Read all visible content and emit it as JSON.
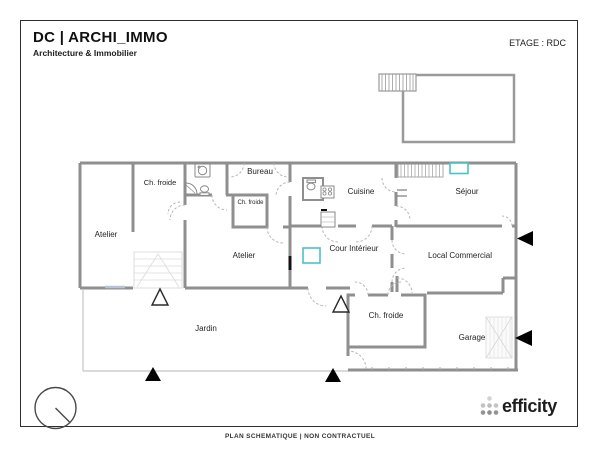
{
  "header": {
    "brand": "DC | ARCHI_IMMO",
    "subtitle": "Architecture & Immobilier",
    "floor_label": "ETAGE : RDC"
  },
  "plan": {
    "rooms": [
      "Ch. froide",
      "Bureau",
      "Ch. froide",
      "Cuisine",
      "Séjour",
      "Atelier",
      "Atelier",
      "Cour Intérieur",
      "Local Commercial",
      "Jardin",
      "Ch. froide",
      "Garage"
    ],
    "icons": {
      "north_indicator": "circle-with-bearing-line",
      "entrance_marker": "filled-black-triangle",
      "level_marker": "outlined-triangle",
      "window_marker": "teal-rectangle",
      "fixtures": [
        "toilet-icon",
        "sink-icon",
        "shower-icon",
        "cooktop-icon",
        "stairs-hatch"
      ]
    },
    "colors": {
      "wall": "#8f8f8f",
      "window_accent": "#4cc2c2",
      "marker_black": "#000000"
    }
  },
  "footer": {
    "disclaimer": "PLAN SCHEMATIQUE | NON CONTRACTUEL",
    "logo_text": "efficity"
  }
}
